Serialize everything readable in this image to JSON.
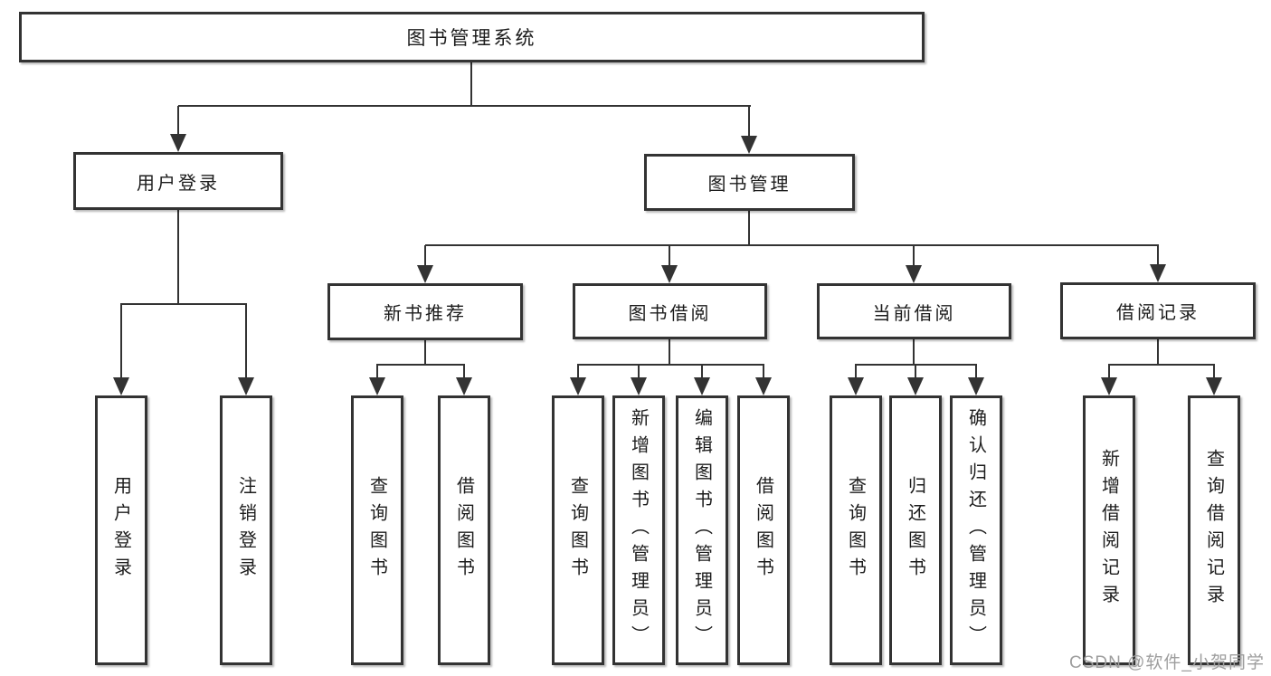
{
  "colors": {
    "line": "#333333",
    "text": "#1c1c1c",
    "watermark": "#9e9e9e",
    "background": "#ffffff"
  },
  "watermark": {
    "text": "CSDN @软件_小贺同学"
  },
  "tree": {
    "root": {
      "label": "图书管理系统",
      "children": [
        {
          "label": "用户登录",
          "children": [
            {
              "label": "用户登录"
            },
            {
              "label": "注销登录"
            }
          ]
        },
        {
          "label": "图书管理",
          "children": [
            {
              "label": "新书推荐",
              "children": [
                {
                  "label": "查询图书"
                },
                {
                  "label": "借阅图书"
                }
              ]
            },
            {
              "label": "图书借阅",
              "children": [
                {
                  "label": "查询图书"
                },
                {
                  "label": "新增图书（管理员）"
                },
                {
                  "label": "编辑图书（管理员）"
                },
                {
                  "label": "借阅图书"
                }
              ]
            },
            {
              "label": "当前借阅",
              "children": [
                {
                  "label": "查询图书"
                },
                {
                  "label": "归还图书"
                },
                {
                  "label": "确认归还（管理员）"
                }
              ]
            },
            {
              "label": "借阅记录",
              "children": [
                {
                  "label": "新增借阅记录"
                },
                {
                  "label": "查询借阅记录"
                }
              ]
            }
          ]
        }
      ]
    }
  }
}
